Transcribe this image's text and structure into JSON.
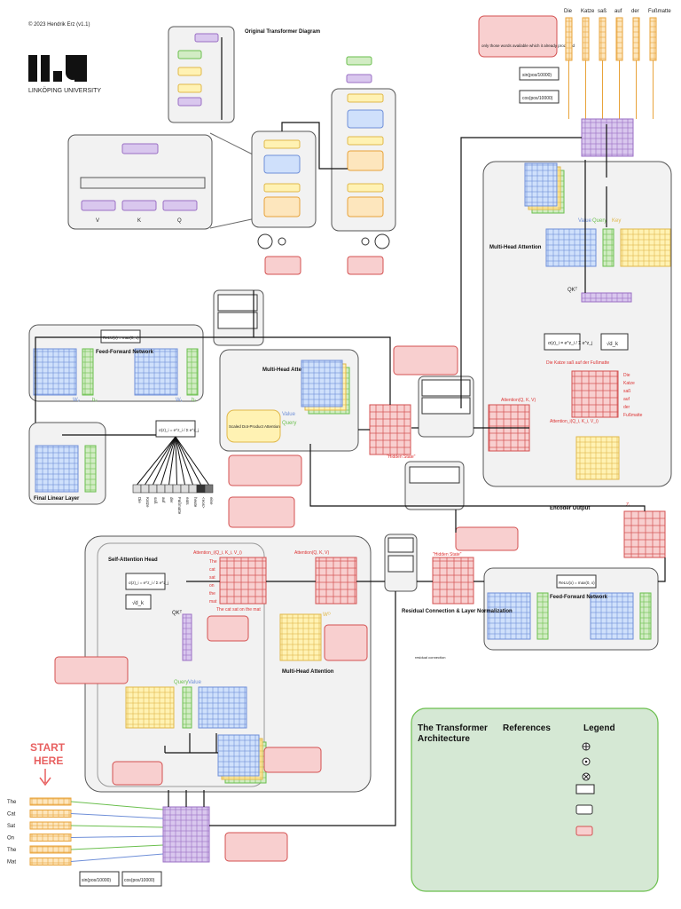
{
  "header": {
    "copyright": "© 2023 Hendrik Erz (v1.1)",
    "logo_text": "li.u",
    "university": "LINKÖPING UNIVERSITY"
  },
  "top": {
    "original_title": "Original Transformer Diagram",
    "note": "only those words available which it already produced"
  },
  "decoder_tokens": [
    "Die",
    "Katze",
    "saß",
    "auf",
    "der",
    "Fußmatte"
  ],
  "encoder_tokens": [
    "The",
    "Cat",
    "Sat",
    "On",
    "The",
    "Mat"
  ],
  "pos_sin": "sin( pos / 10000^(2i/d) )",
  "pos_cos": "cos( pos / 10000^(2i/d) )",
  "sections": {
    "mha_right": "Multi-Head Attention",
    "mha_center": "Multi-Head\nAttention",
    "ffn_left": "Feed-Forward\nNetwork",
    "ffn_right": "Feed-Forward\nNetwork",
    "final_linear": "Final Linear Layer",
    "sdpa": "Scaled Dot-Product Attention",
    "self_attn_head": "Self-Attention Head",
    "mha_bottom": "Multi-Head Attention",
    "encoder_output": "Encoder Output",
    "residual": "Residual Connection\n& Layer Normalization",
    "residual_small": "residual connection",
    "hidden_state_1": "\"Hidden State\"",
    "hidden_state_2": "\"Hidden State\""
  },
  "labels": {
    "value": "Value",
    "query": "Query",
    "key": "Key",
    "attention_qkv": "Attention(Q, K, V)",
    "attention_i": "Attention_i(Q_i, K_i, V_i)",
    "sqrt_dk": "√d_k",
    "relu": "ReLU(x) = max(0, x)",
    "softmax": "σ(z)_i = e^z_i / Σ e^z_j",
    "qkt": "QKᵀ",
    "wv": "Wᵥ",
    "wo": "Wᴼ",
    "w1": "W₁",
    "w2": "W₂",
    "b1": "b₁",
    "b2": "b₂",
    "zi": "Zᵢ"
  },
  "attention_words_en": [
    "The",
    "cat",
    "sat",
    "on",
    "the",
    "mat"
  ],
  "attention_words_en_row": "The cat sat on the mat",
  "attention_words_de": [
    "Die",
    "Katze",
    "saß",
    "auf",
    "der",
    "Fußmatte"
  ],
  "attention_words_de_row": "Die Katze saß auf der Fußmatte",
  "output_words": [
    "Die",
    "Katze",
    "saß",
    "auf",
    "der",
    "Fußmatte",
    "eats",
    "heute",
    "<eos>",
    "eine"
  ],
  "start_label": [
    "START",
    "HERE"
  ],
  "summary": {
    "title": "The Transformer\nArchitecture",
    "references": "References",
    "legend": "Legend"
  },
  "colors": {
    "purple": "#d9c7ee",
    "yellow": "#fff2b3",
    "orange": "#fde6bd",
    "blue": "#cfe0fb",
    "green": "#d2ecc4",
    "pink": "#f8cfcf",
    "red": "#e86060",
    "summary_bg": "#d5e8d4"
  }
}
